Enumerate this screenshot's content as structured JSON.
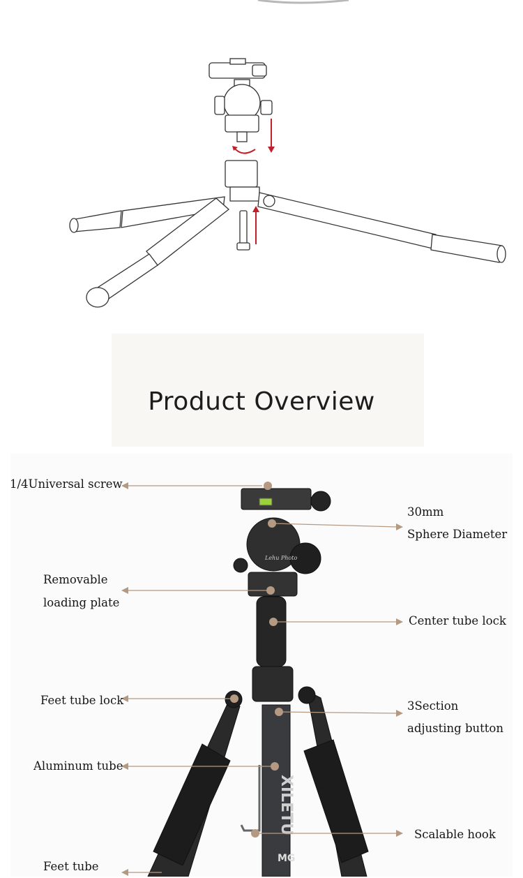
{
  "section_title": "Product Overview",
  "labels": {
    "universal_screw": "1/4Universal screw",
    "sphere_size": "30mm",
    "sphere_label": "Sphere Diameter",
    "removable_1": "Removable",
    "removable_2": "loading plate",
    "center_tube_lock": "Center tube lock",
    "feet_tube_lock": "Feet tube lock",
    "section_1": "3Section",
    "section_2": "adjusting button",
    "aluminum_tube": "Aluminum tube",
    "scalable_hook": "Scalable hook",
    "feet_tube": "Feet tube"
  },
  "tripod_marks": {
    "brand": "XILETU",
    "head_brand": "Lehu Photo",
    "model": "MG"
  },
  "colors": {
    "arrow": "#b59a83",
    "assembly_arrow": "#c0202a",
    "line_art": "#3a3a3a",
    "tripod_body": "#2b2b2b"
  }
}
